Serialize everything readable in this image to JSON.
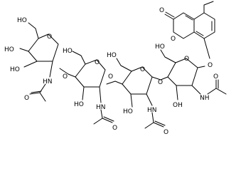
{
  "structure": {
    "atom_labels": {
      "ring_oxygen": "O",
      "carbonyl_oxygen": "O",
      "glycosidic_oxygen": "O",
      "hydroxyl": "OH",
      "hydroxyl_left": "HO",
      "acetamide_nh": "HN",
      "acetamide_nh_alt": "NH"
    }
  }
}
